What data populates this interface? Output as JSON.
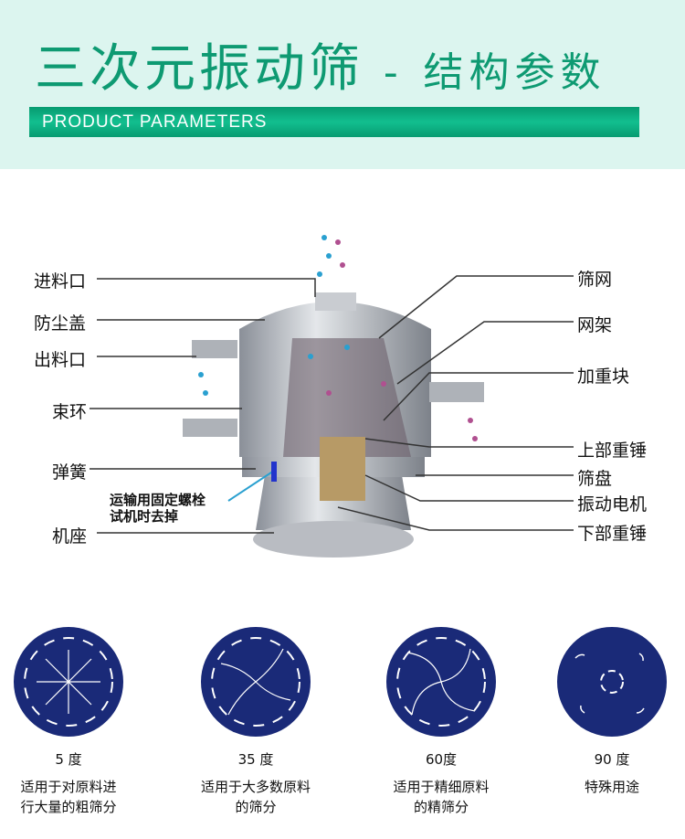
{
  "header": {
    "title": "三次元振动筛",
    "separator": "-",
    "subtitle": "结构参数",
    "banner": "PRODUCT PARAMETERS"
  },
  "diagram": {
    "left_labels": [
      "进料口",
      "防尘盖",
      "出料口",
      "束环",
      "弹簧",
      "机座"
    ],
    "note": [
      "运输用固定螺栓",
      "试机时去掉"
    ],
    "right_labels": [
      "筛网",
      "网架",
      "加重块",
      "上部重锤",
      "筛盘",
      "振动电机",
      "下部重锤"
    ]
  },
  "modes": [
    {
      "angle": "5 度",
      "desc": [
        "适用于对原料进",
        "行大量的粗筛分"
      ]
    },
    {
      "angle": "35 度",
      "desc": [
        "适用于大多数原料",
        "的筛分"
      ]
    },
    {
      "angle": "60度",
      "desc": [
        "适用于精细原料",
        "的精筛分"
      ]
    },
    {
      "angle": "90 度",
      "desc": [
        "特殊用途"
      ]
    }
  ],
  "colors": {
    "accent": "#0e9a72",
    "header_bg": "#dcf5ef",
    "circle": "#1a2a78"
  }
}
